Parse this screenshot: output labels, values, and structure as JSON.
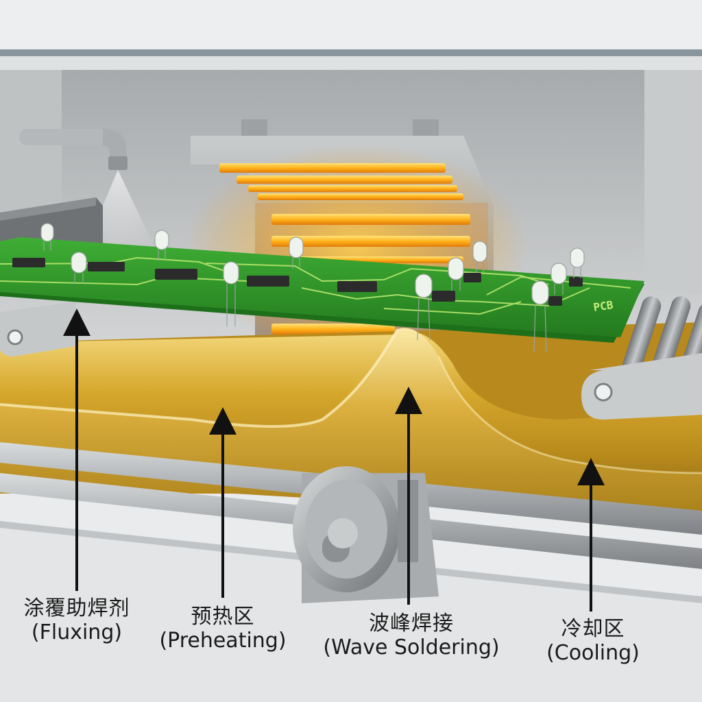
{
  "stages": [
    {
      "zh": "涂覆助焊剂",
      "en": "(Fluxing)"
    },
    {
      "zh": "预热区",
      "en": "(Preheating)"
    },
    {
      "zh": "波峰焊接",
      "en": "(Wave Soldering)"
    },
    {
      "zh": "冷却区",
      "en": "(Cooling)"
    }
  ],
  "board_mark": "PCB",
  "colors": {
    "board": "#2f9a2a",
    "trace": "#b6e66e",
    "heater": "#ffb21a",
    "solder": "#d3a62c",
    "metal": "#b9bdc0"
  }
}
